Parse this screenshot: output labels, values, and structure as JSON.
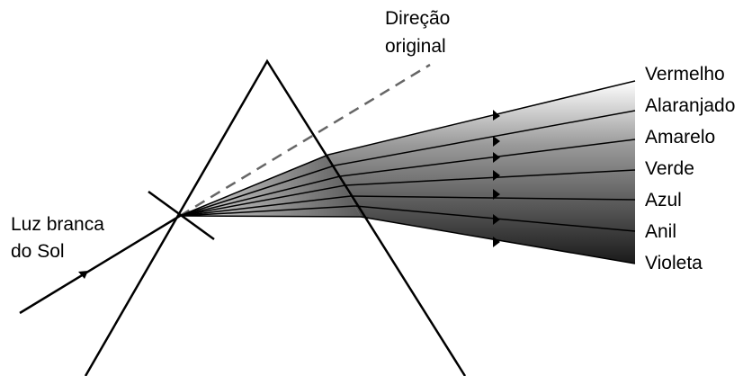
{
  "incident_light": {
    "label_line1": "Luz branca",
    "label_line2": "do Sol"
  },
  "original_direction": {
    "label_line1": "Direção",
    "label_line2": "original"
  },
  "colors": {
    "labels": [
      "Vermelho",
      "Alaranjado",
      "Amarelo",
      "Verde",
      "Azul",
      "Anil",
      "Violeta"
    ]
  }
}
